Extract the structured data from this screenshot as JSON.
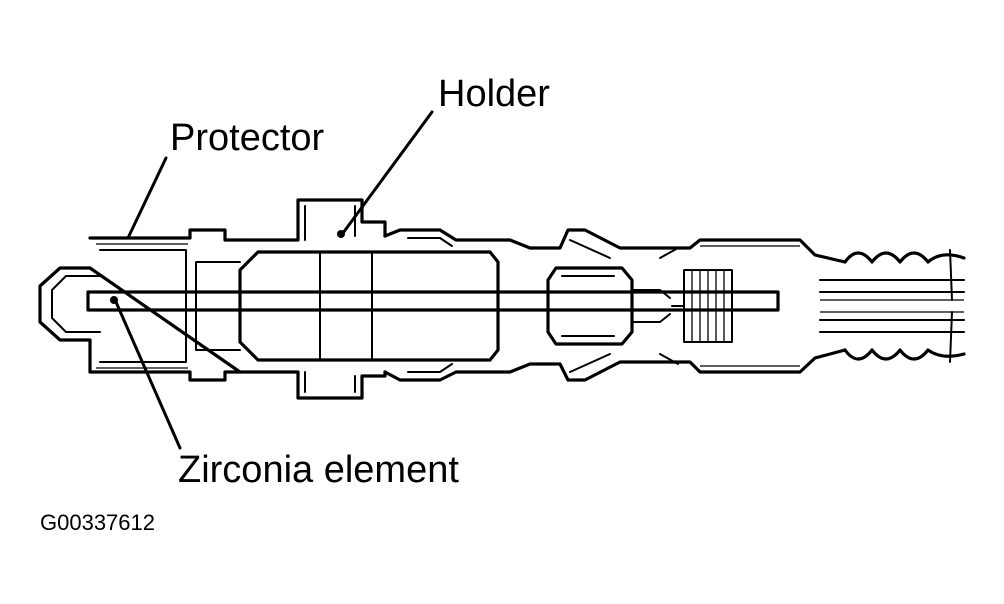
{
  "diagram": {
    "labels": {
      "holder": "Holder",
      "protector": "Protector",
      "zirconia_element": "Zirconia element"
    },
    "figure_code": "G00337612"
  }
}
